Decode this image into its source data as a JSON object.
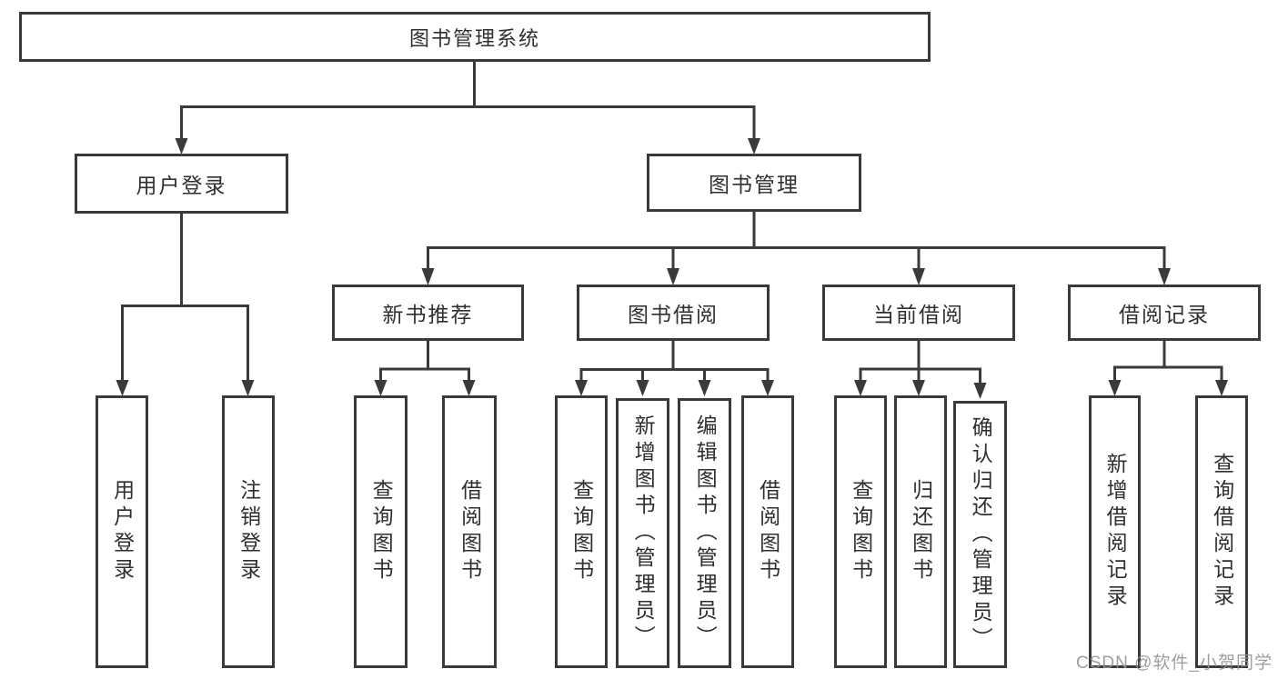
{
  "chart": {
    "root": {
      "label": "图书管理系统"
    },
    "user_login": {
      "label": "用户登录",
      "children": [
        {
          "label": "用户登录"
        },
        {
          "label": "注销登录"
        }
      ]
    },
    "book_management": {
      "label": "图书管理",
      "sections": [
        {
          "label": "新书推荐",
          "children": [
            {
              "label": "查询图书"
            },
            {
              "label": "借阅图书"
            }
          ]
        },
        {
          "label": "图书借阅",
          "children": [
            {
              "label": "查询图书"
            },
            {
              "label": "新增图书（管理员）"
            },
            {
              "label": "编辑图书（管理员）"
            },
            {
              "label": "借阅图书"
            }
          ]
        },
        {
          "label": "当前借阅",
          "children": [
            {
              "label": "查询图书"
            },
            {
              "label": "归还图书"
            },
            {
              "label": "确认归还（管理员）"
            }
          ]
        },
        {
          "label": "借阅记录",
          "children": [
            {
              "label": "新增借阅记录"
            },
            {
              "label": "查询借阅记录"
            }
          ]
        }
      ]
    }
  },
  "watermark": "CSDN @软件_小贺同学",
  "colors": {
    "line": "#3a3a3a",
    "text": "#2f2f2f",
    "box_background": "#ffffff",
    "watermark": "#949494",
    "background": "#ffffff"
  }
}
